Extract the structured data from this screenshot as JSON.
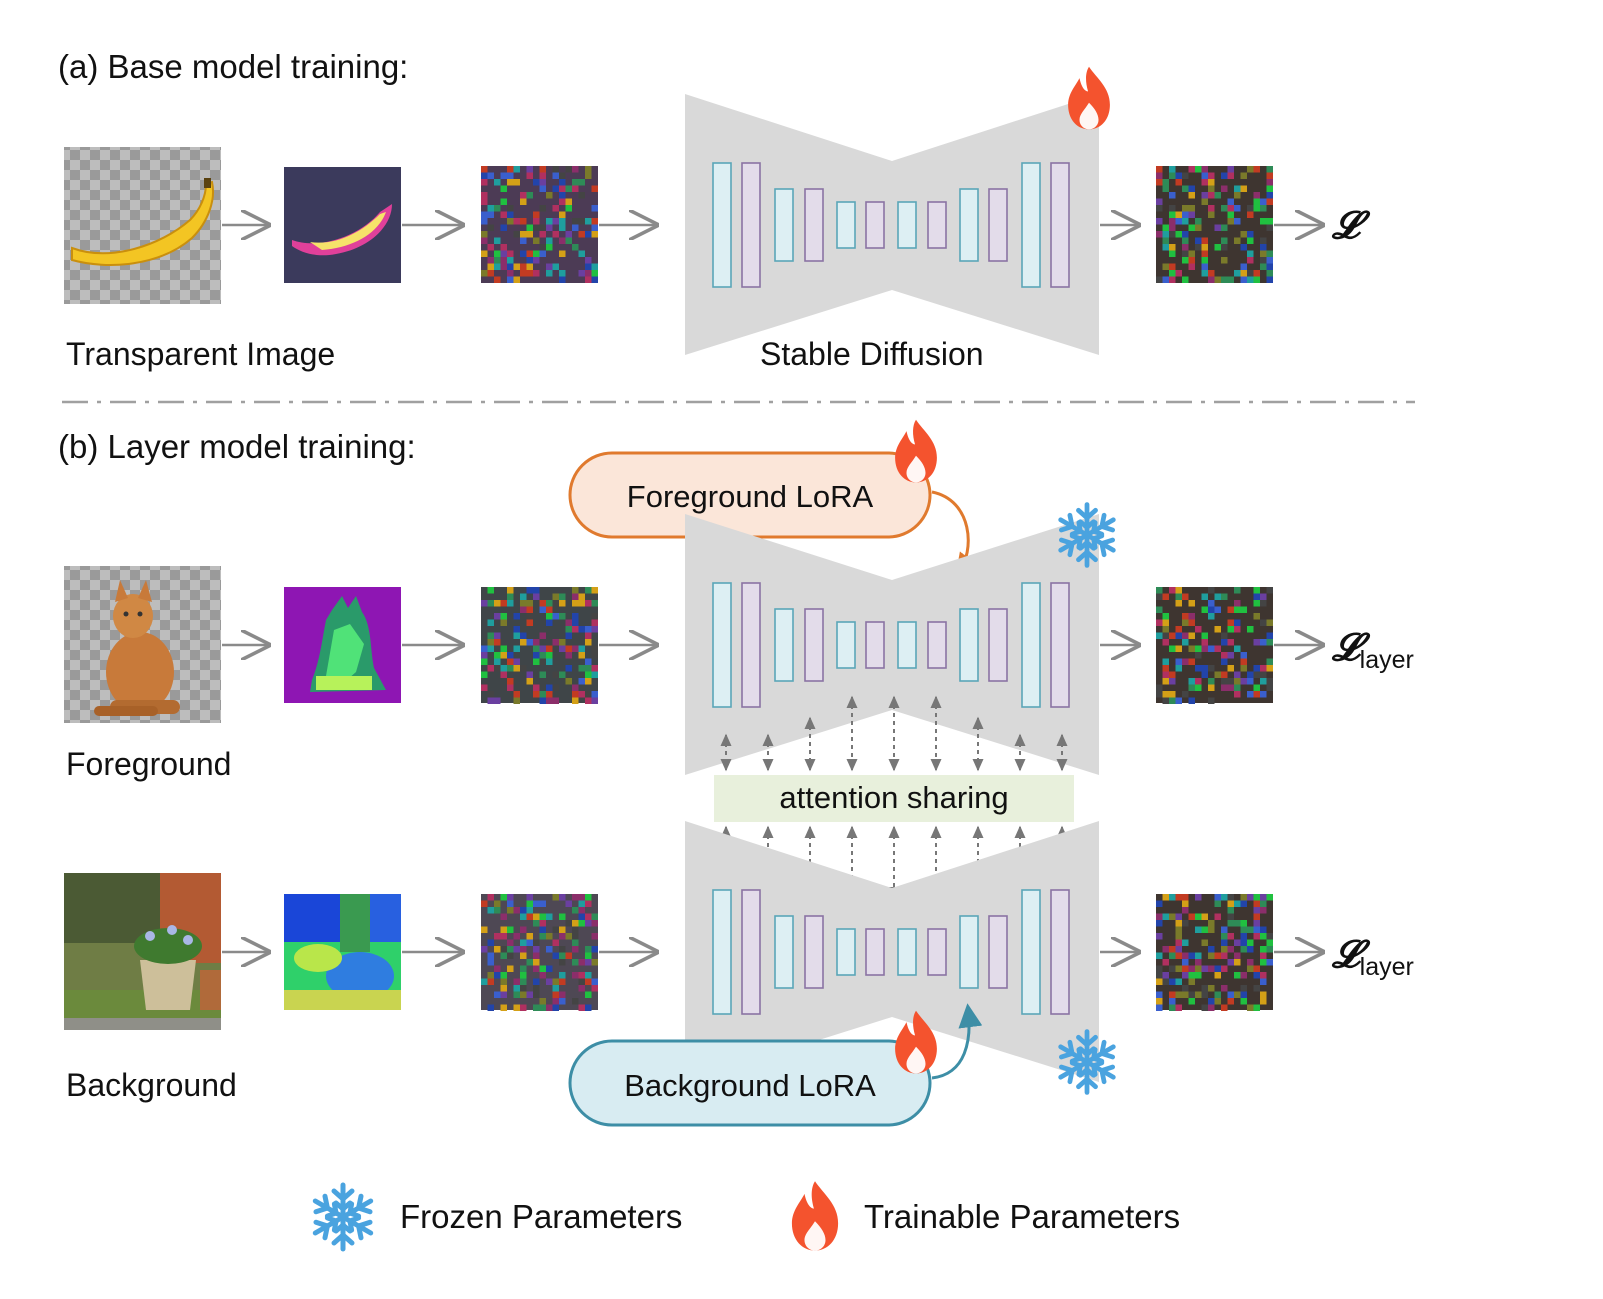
{
  "section_a": {
    "title": "(a) Base model training:",
    "input_caption": "Transparent Image",
    "model_caption": "Stable Diffusion",
    "loss_symbol": "𝓛"
  },
  "section_b": {
    "title": "(b) Layer model training:",
    "foreground_caption": "Foreground",
    "background_caption": "Background",
    "foreground_lora": "Foreground LoRA",
    "background_lora": "Background LoRA",
    "attention_label": "attention sharing",
    "loss_symbol": "𝓛",
    "loss_subscript": "layer"
  },
  "legend": {
    "frozen": "Frozen Parameters",
    "trainable": "Trainable Parameters"
  },
  "colors": {
    "unet_bg": "#d9d9d9",
    "block_blue": "#ddeff3",
    "block_blue_stroke": "#5aa6b8",
    "block_purple": "#e3dcea",
    "block_purple_stroke": "#8a73a3",
    "fg_lora_fill": "#fbe6d9",
    "fg_lora_stroke": "#e07a2e",
    "bg_lora_fill": "#d8ecf2",
    "bg_lora_stroke": "#3d8ea6",
    "attention_fill": "#e8f0dc",
    "flame": "#f4532e",
    "snowflake": "#4aa3df",
    "arrow": "#8a8a8a"
  }
}
